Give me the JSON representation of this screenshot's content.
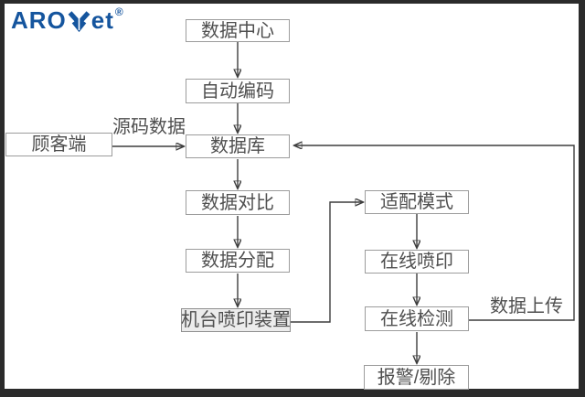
{
  "logo": {
    "text_left": "ARO",
    "text_right": "et",
    "registered": "®",
    "icon": "leaf-icon",
    "brand_color": "#15559e"
  },
  "flowchart": {
    "nodes": {
      "data_center": {
        "label": "数据中心"
      },
      "auto_encoding": {
        "label": "自动编码"
      },
      "customer": {
        "label": "顾客端"
      },
      "database": {
        "label": "数据库"
      },
      "data_compare": {
        "label": "数据对比"
      },
      "data_distribution": {
        "label": "数据分配"
      },
      "machine_print": {
        "label": "机台喷印装置"
      },
      "adapt_mode": {
        "label": "适配模式"
      },
      "online_print": {
        "label": "在线喷印"
      },
      "online_detect": {
        "label": "在线检测"
      },
      "alarm_reject": {
        "label": "报警/剔除"
      }
    },
    "edge_labels": {
      "source_data": "源码数据",
      "data_upload": "数据上传"
    },
    "edges": [
      {
        "from": "data_center",
        "to": "auto_encoding"
      },
      {
        "from": "auto_encoding",
        "to": "database"
      },
      {
        "from": "customer",
        "to": "database",
        "label": "源码数据"
      },
      {
        "from": "database",
        "to": "data_compare"
      },
      {
        "from": "data_compare",
        "to": "data_distribution"
      },
      {
        "from": "data_distribution",
        "to": "machine_print"
      },
      {
        "from": "machine_print",
        "to": "adapt_mode"
      },
      {
        "from": "adapt_mode",
        "to": "online_print"
      },
      {
        "from": "online_print",
        "to": "online_detect"
      },
      {
        "from": "online_detect",
        "to": "alarm_reject"
      },
      {
        "from": "online_detect",
        "to": "database",
        "label": "数据上传"
      }
    ],
    "colors": {
      "frame": "#2b2b2b",
      "background": "#ffffff",
      "box_border": "#9c9c9c",
      "box_shaded_fill": "#ececec",
      "text": "#4f4f4f",
      "line": "#3d3d3d",
      "arrowhead": "#1e1e1e"
    }
  }
}
